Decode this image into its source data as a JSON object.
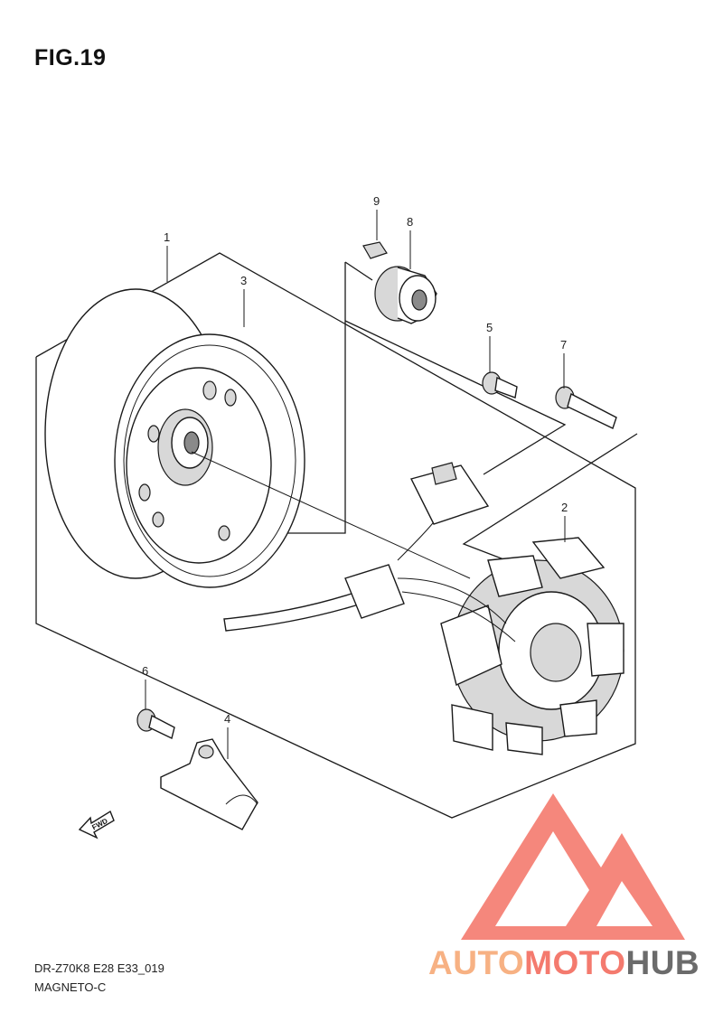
{
  "figure": {
    "title": "FIG.19"
  },
  "callouts": [
    {
      "id": "1",
      "label": "1"
    },
    {
      "id": "2",
      "label": "2"
    },
    {
      "id": "3",
      "label": "3"
    },
    {
      "id": "4",
      "label": "4"
    },
    {
      "id": "5",
      "label": "5"
    },
    {
      "id": "6",
      "label": "6"
    },
    {
      "id": "7",
      "label": "7"
    },
    {
      "id": "8",
      "label": "8"
    },
    {
      "id": "9",
      "label": "9"
    }
  ],
  "direction_marker": {
    "label": "FWD",
    "icon": "forward-arrow-icon"
  },
  "footer": {
    "code": "DR-Z70K8 E28 E33_019",
    "name": "MAGNETO-C"
  },
  "watermark": {
    "parts": [
      {
        "text": "AUTO",
        "color": "#f7b183"
      },
      {
        "text": "MOTO",
        "color": "#f47a6e"
      },
      {
        "text": "HUB",
        "color": "#6b6b6b"
      }
    ],
    "logo_color": "#f47a6e"
  }
}
